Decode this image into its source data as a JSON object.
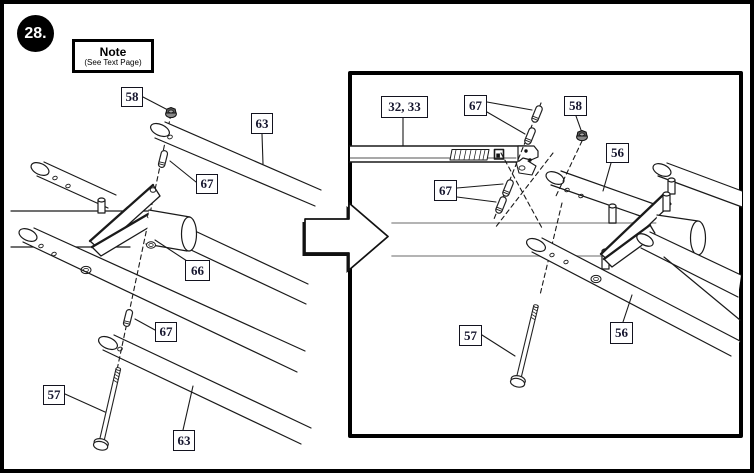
{
  "badge": {
    "step": "28."
  },
  "note": {
    "title": "Note",
    "subtitle": "(See Text Page)"
  },
  "left": {
    "labels": {
      "l58": "58",
      "l63a": "63",
      "l67a": "67",
      "l66": "66",
      "l67b": "67",
      "l57": "57",
      "l63b": "63"
    }
  },
  "right": {
    "labels": {
      "r3233": "32, 33",
      "r67a": "67",
      "r58": "58",
      "r56a": "56",
      "r67b": "67",
      "r56b": "56",
      "r57": "57"
    }
  },
  "icons": {
    "transition_arrow": "block-arrow-right"
  },
  "colors": {
    "line": "#1a1a1a",
    "label_text": "#16162e",
    "ghost_rail": "#aaaaaa",
    "border": "#000000"
  }
}
